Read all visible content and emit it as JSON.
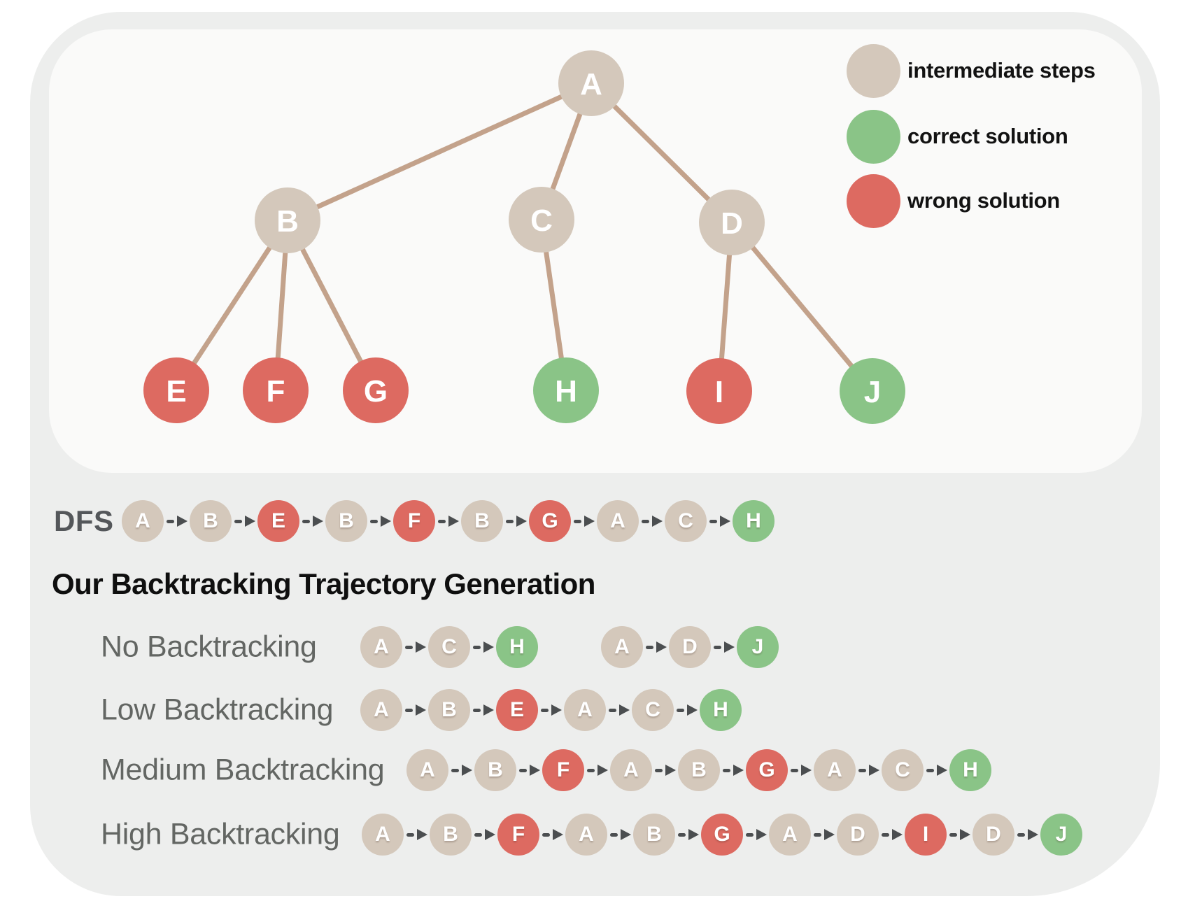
{
  "colors": {
    "intermediate": "#d4c8bb",
    "correct": "#8ac487",
    "wrong": "#dd6a61",
    "edge": "#c3a28b",
    "arrow": "#4b4e50",
    "container": "#edeeed",
    "panel": "#fafaf9"
  },
  "legend": {
    "items": [
      {
        "label": "intermediate steps",
        "type": "intermediate"
      },
      {
        "label": "correct solution",
        "type": "correct"
      },
      {
        "label": "wrong solution",
        "type": "wrong"
      }
    ]
  },
  "tree": {
    "nodes": [
      {
        "id": "A",
        "label": "A",
        "type": "intermediate"
      },
      {
        "id": "B",
        "label": "B",
        "type": "intermediate"
      },
      {
        "id": "C",
        "label": "C",
        "type": "intermediate"
      },
      {
        "id": "D",
        "label": "D",
        "type": "intermediate"
      },
      {
        "id": "E",
        "label": "E",
        "type": "wrong"
      },
      {
        "id": "F",
        "label": "F",
        "type": "wrong"
      },
      {
        "id": "G",
        "label": "G",
        "type": "wrong"
      },
      {
        "id": "H",
        "label": "H",
        "type": "correct"
      },
      {
        "id": "I",
        "label": "I",
        "type": "wrong"
      },
      {
        "id": "J",
        "label": "J",
        "type": "correct"
      }
    ],
    "edges": [
      [
        "A",
        "B"
      ],
      [
        "A",
        "C"
      ],
      [
        "A",
        "D"
      ],
      [
        "B",
        "E"
      ],
      [
        "B",
        "F"
      ],
      [
        "B",
        "G"
      ],
      [
        "C",
        "H"
      ],
      [
        "D",
        "I"
      ],
      [
        "D",
        "J"
      ]
    ]
  },
  "node_types": {
    "A": "intermediate",
    "B": "intermediate",
    "C": "intermediate",
    "D": "intermediate",
    "E": "wrong",
    "F": "wrong",
    "G": "wrong",
    "H": "correct",
    "I": "wrong",
    "J": "correct"
  },
  "sequences": {
    "dfs": {
      "label": "DFS",
      "trajectories": [
        [
          "A",
          "B",
          "E",
          "B",
          "F",
          "B",
          "G",
          "A",
          "C",
          "H"
        ]
      ]
    },
    "heading": "Our Backtracking Trajectory Generation",
    "rows": [
      {
        "label": "No Backtracking",
        "trajectories": [
          [
            "A",
            "C",
            "H"
          ],
          [
            "A",
            "D",
            "J"
          ]
        ]
      },
      {
        "label": "Low Backtracking",
        "trajectories": [
          [
            "A",
            "B",
            "E",
            "A",
            "C",
            "H"
          ]
        ]
      },
      {
        "label": "Medium Backtracking",
        "trajectories": [
          [
            "A",
            "B",
            "F",
            "A",
            "B",
            "G",
            "A",
            "C",
            "H"
          ]
        ]
      },
      {
        "label": "High Backtracking",
        "trajectories": [
          [
            "A",
            "B",
            "F",
            "A",
            "B",
            "G",
            "A",
            "D",
            "I",
            "D",
            "J"
          ]
        ]
      }
    ]
  }
}
